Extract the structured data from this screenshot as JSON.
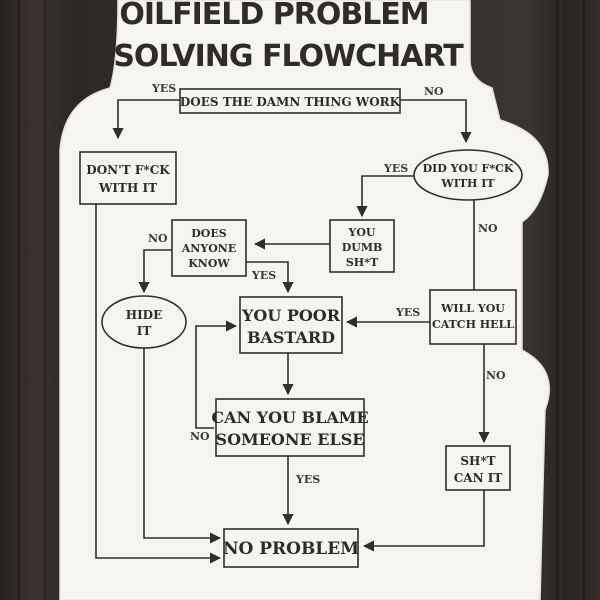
{
  "title": {
    "line1": "OILFIELD PROBLEM",
    "line2": "SOLVING FLOWCHART"
  },
  "nodes": {
    "does_it_work": [
      "DOES THE DAMN THING WORK"
    ],
    "dont_f": [
      "DON'T F*CK",
      "WITH IT"
    ],
    "did_you_f": [
      "DID YOU F*CK",
      "WITH IT"
    ],
    "you_dumb": [
      "YOU",
      "DUMB",
      "SH*T"
    ],
    "does_anyone_know": [
      "DOES",
      "ANYONE",
      "KNOW"
    ],
    "hide_it": [
      "HIDE",
      "IT"
    ],
    "you_poor": [
      "YOU POOR",
      "BASTARD"
    ],
    "catch_hell": [
      "WILL YOU",
      "CATCH HELL"
    ],
    "blame": [
      "CAN YOU BLAME",
      "SOMEONE ELSE"
    ],
    "sh_can": [
      "SH*T",
      "CAN IT"
    ],
    "no_problem": [
      "NO PROBLEM"
    ]
  },
  "edge_labels": {
    "work_yes": "YES",
    "work_no": "NO",
    "did_yes": "YES",
    "did_no": "NO",
    "know_no": "NO",
    "know_yes": "YES",
    "hell_yes": "YES",
    "hell_no": "NO",
    "blame_no": "NO",
    "blame_yes": "YES"
  },
  "colors": {
    "sticker": "#f6f4ef",
    "ink": "#2e2e2e"
  }
}
